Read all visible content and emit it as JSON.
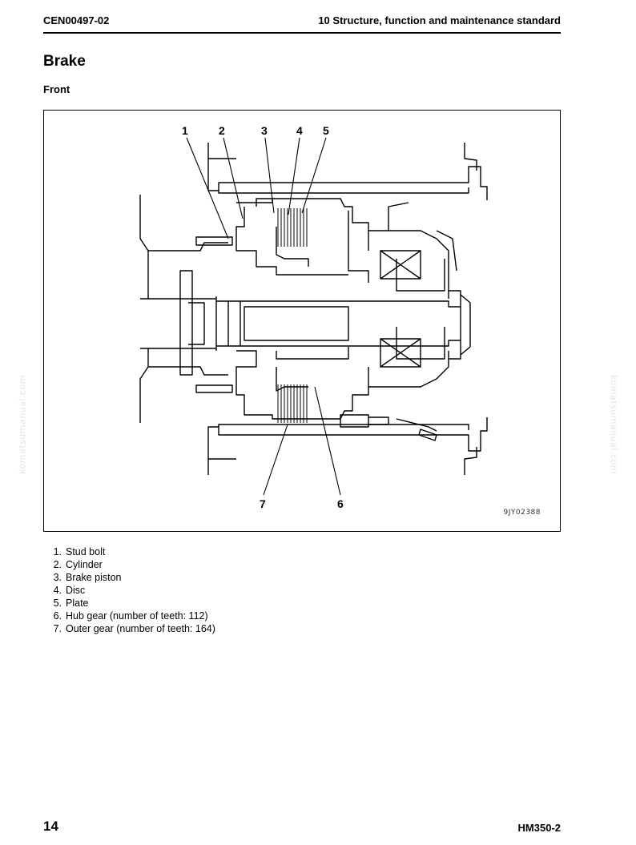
{
  "header": {
    "doc_code": "CEN00497-02",
    "section_title": "10 Structure, function and maintenance standard"
  },
  "title": "Brake",
  "subtitle": "Front",
  "figure": {
    "code": "9JY02388",
    "callouts": [
      "1",
      "2",
      "3",
      "4",
      "5",
      "7",
      "6"
    ]
  },
  "parts": [
    {
      "num": "1.",
      "label": "Stud bolt"
    },
    {
      "num": "2.",
      "label": "Cylinder"
    },
    {
      "num": "3.",
      "label": "Brake piston"
    },
    {
      "num": "4.",
      "label": "Disc"
    },
    {
      "num": "5.",
      "label": "Plate"
    },
    {
      "num": "6.",
      "label": "Hub gear (number of teeth: 112)"
    },
    {
      "num": "7.",
      "label": "Outer gear (number of teeth: 164)"
    }
  ],
  "watermark": "komatsumanual.com",
  "footer": {
    "page_number": "14",
    "model": "HM350-2"
  }
}
